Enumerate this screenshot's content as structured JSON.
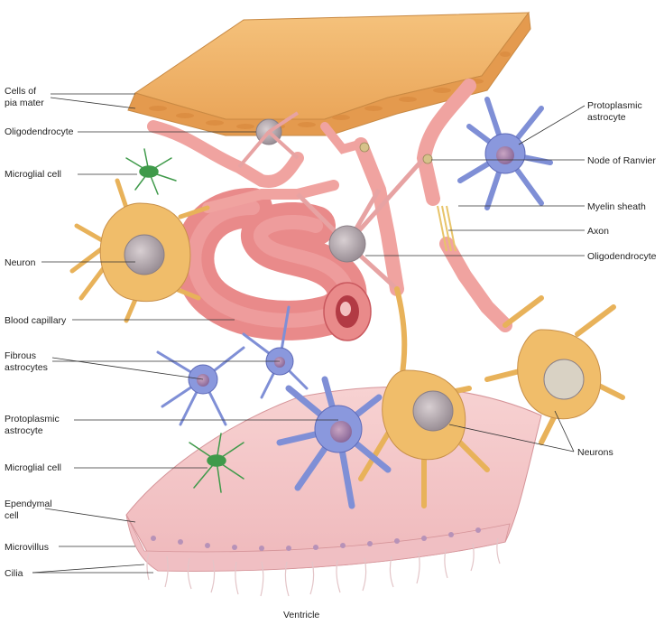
{
  "labels": {
    "left": {
      "pia_1": "Cells of",
      "pia_2": "pia mater",
      "oligo": "Oligodendrocyte",
      "microglial_top": "Microglial cell",
      "neuron": "Neuron",
      "blood_capillary": "Blood capillary",
      "fibrous_1": "Fibrous",
      "fibrous_2": "astrocytes",
      "proto_1": "Protoplasmic",
      "proto_2": "astrocyte",
      "microglial_bottom": "Microglial cell",
      "ependymal_1": "Ependymal",
      "ependymal_2": "cell",
      "microvillus": "Microvillus",
      "cilia": "Cilia"
    },
    "right": {
      "proto_1": "Protoplasmic",
      "proto_2": "astrocyte",
      "node_ranvier": "Node of Ranvier",
      "myelin_sheath": "Myelin sheath",
      "axon": "Axon",
      "oligo": "Oligodendrocyte",
      "neurons": "Neurons"
    },
    "bottom": {
      "ventricle": "Ventricle"
    }
  },
  "colors": {
    "pia_top": "#f0b56a",
    "pia_side": "#e7a75c",
    "capillary": "#e98a8a",
    "capillary_dark": "#c9585e",
    "astrocyte": "#7f8fd6",
    "neuron": "#f0bd6a",
    "microglia": "#3f9a4a",
    "ependyma": "#f4c7c7",
    "myelin": "#f0a3a0"
  }
}
